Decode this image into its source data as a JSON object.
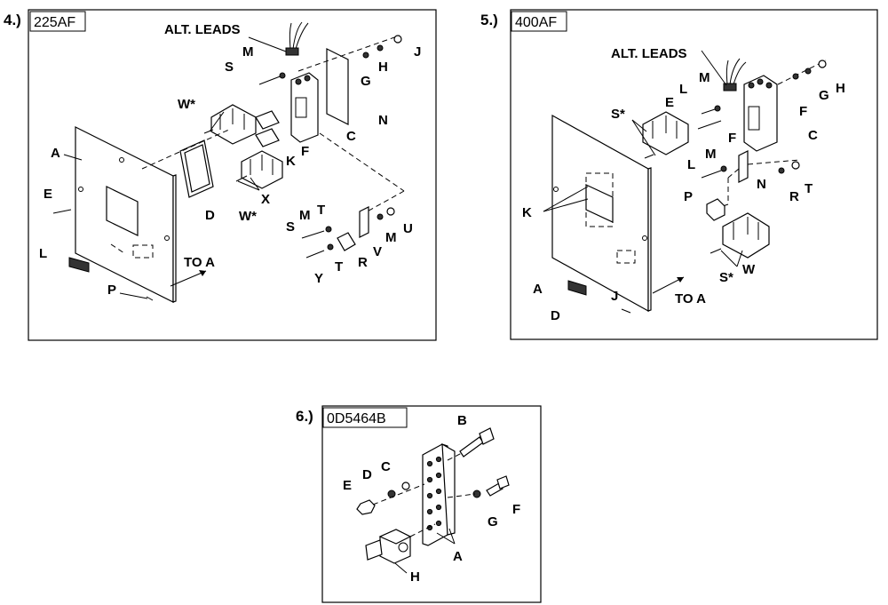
{
  "panels": [
    {
      "number": "4.)",
      "tag": "225AF",
      "leads_label": "ALT. LEADS",
      "direction_label": "TO A",
      "labels": [
        "M",
        "S",
        "G",
        "H",
        "J",
        "N",
        "W*",
        "C",
        "K",
        "F",
        "A",
        "E",
        "D",
        "W*",
        "X",
        "S",
        "M",
        "T",
        "U",
        "M",
        "V",
        "R",
        "T",
        "Y",
        "L",
        "P"
      ]
    },
    {
      "number": "5.)",
      "tag": "400AF",
      "leads_label": "ALT. LEADS",
      "direction_label": "TO A",
      "labels": [
        "M",
        "L",
        "F",
        "G",
        "H",
        "E",
        "S*",
        "F",
        "C",
        "L",
        "M",
        "N",
        "R",
        "T",
        "P",
        "K",
        "W",
        "S*",
        "A",
        "D",
        "J"
      ]
    },
    {
      "number": "6.)",
      "tag": "0D5464B",
      "labels": [
        "B",
        "C",
        "D",
        "E",
        "F",
        "G",
        "A",
        "H"
      ]
    }
  ]
}
